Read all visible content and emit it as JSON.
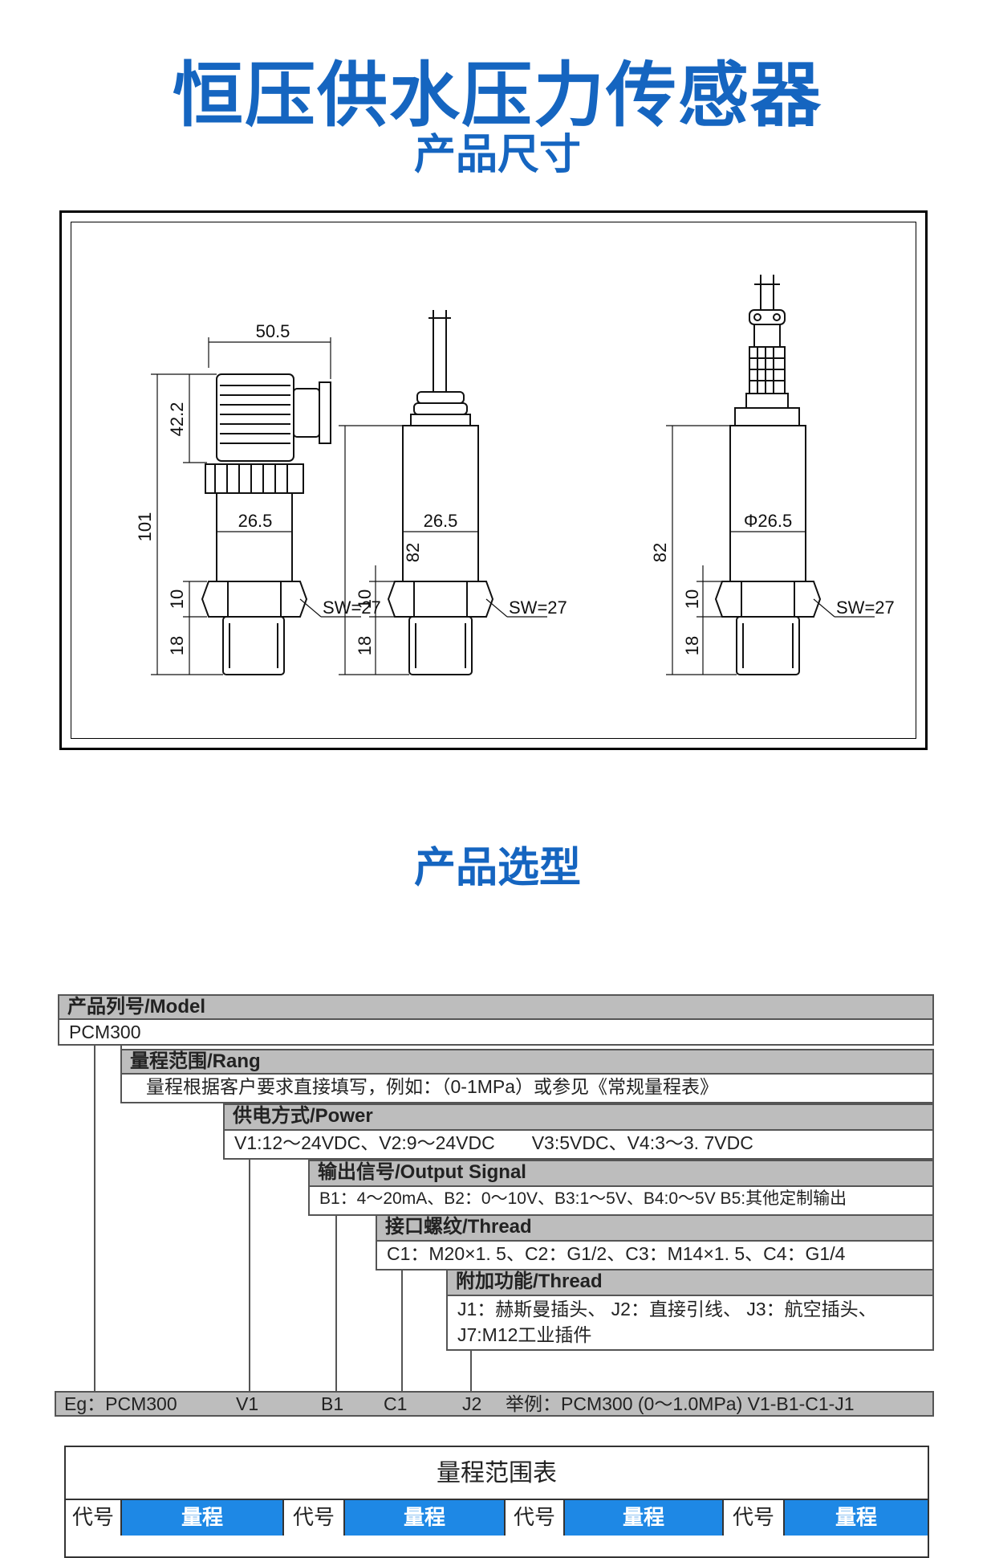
{
  "header": {
    "title": "恒压供水压力传感器",
    "subtitle": "产品尺寸"
  },
  "drawing": {
    "view1": {
      "width": "50.5",
      "height_top": "42.2",
      "height_total": "101",
      "body_width": "26.5",
      "hex_height": "10",
      "thread_height": "18",
      "wrench": "SW=27"
    },
    "view2": {
      "height_total": "82",
      "body_width": "26.5",
      "hex_height": "10",
      "thread_height": "18",
      "wrench": "SW=27"
    },
    "view3": {
      "height_total": "82",
      "body_width": "Φ26.5",
      "hex_height": "10",
      "thread_height": "18",
      "wrench": "SW=27"
    }
  },
  "selection": {
    "title": "产品选型",
    "model": {
      "label": "产品列号/Model",
      "value": "PCM300"
    },
    "range": {
      "label": "量程范围/Rang",
      "value": "量程根据客户要求直接填写，例如：（0-1MPa）或参见《常规量程表》"
    },
    "power": {
      "label": "供电方式/Power",
      "value": "V1:12～24VDC、V2:9～24VDC　　V3:5VDC、V4:3～3. 7VDC"
    },
    "output": {
      "label": "输出信号/Output Signal",
      "value": "B1：4～20mA、B2：0～10V、B3:1～5V、B4:0～5V  B5:其他定制输出"
    },
    "thread": {
      "label": "接口螺纹/Thread",
      "value": "C1：M20×1. 5、C2：G1/2、C3：M14×1. 5、C4：G1/4"
    },
    "extra": {
      "label": "附加功能/Thread",
      "value_line1": "J1：赫斯曼插头、  J2：直接引线、  J3：航空插头、",
      "value_line2": "J7:M12工业插件"
    },
    "example": {
      "eg": "Eg：PCM300",
      "v": "V1",
      "b": "B1",
      "c": "C1",
      "j": "J2",
      "text": "举例：PCM300 (0～1.0MPa) V1-B1-C1-J1"
    }
  },
  "range_table": {
    "title": "量程范围表",
    "headers": [
      "代号",
      "量程",
      "代号",
      "量程",
      "代号",
      "量程",
      "代号",
      "量程"
    ]
  },
  "colors": {
    "accent": "#1565c0",
    "header_blue": "#1e88e5",
    "band_gray": "#bdbdbd"
  }
}
